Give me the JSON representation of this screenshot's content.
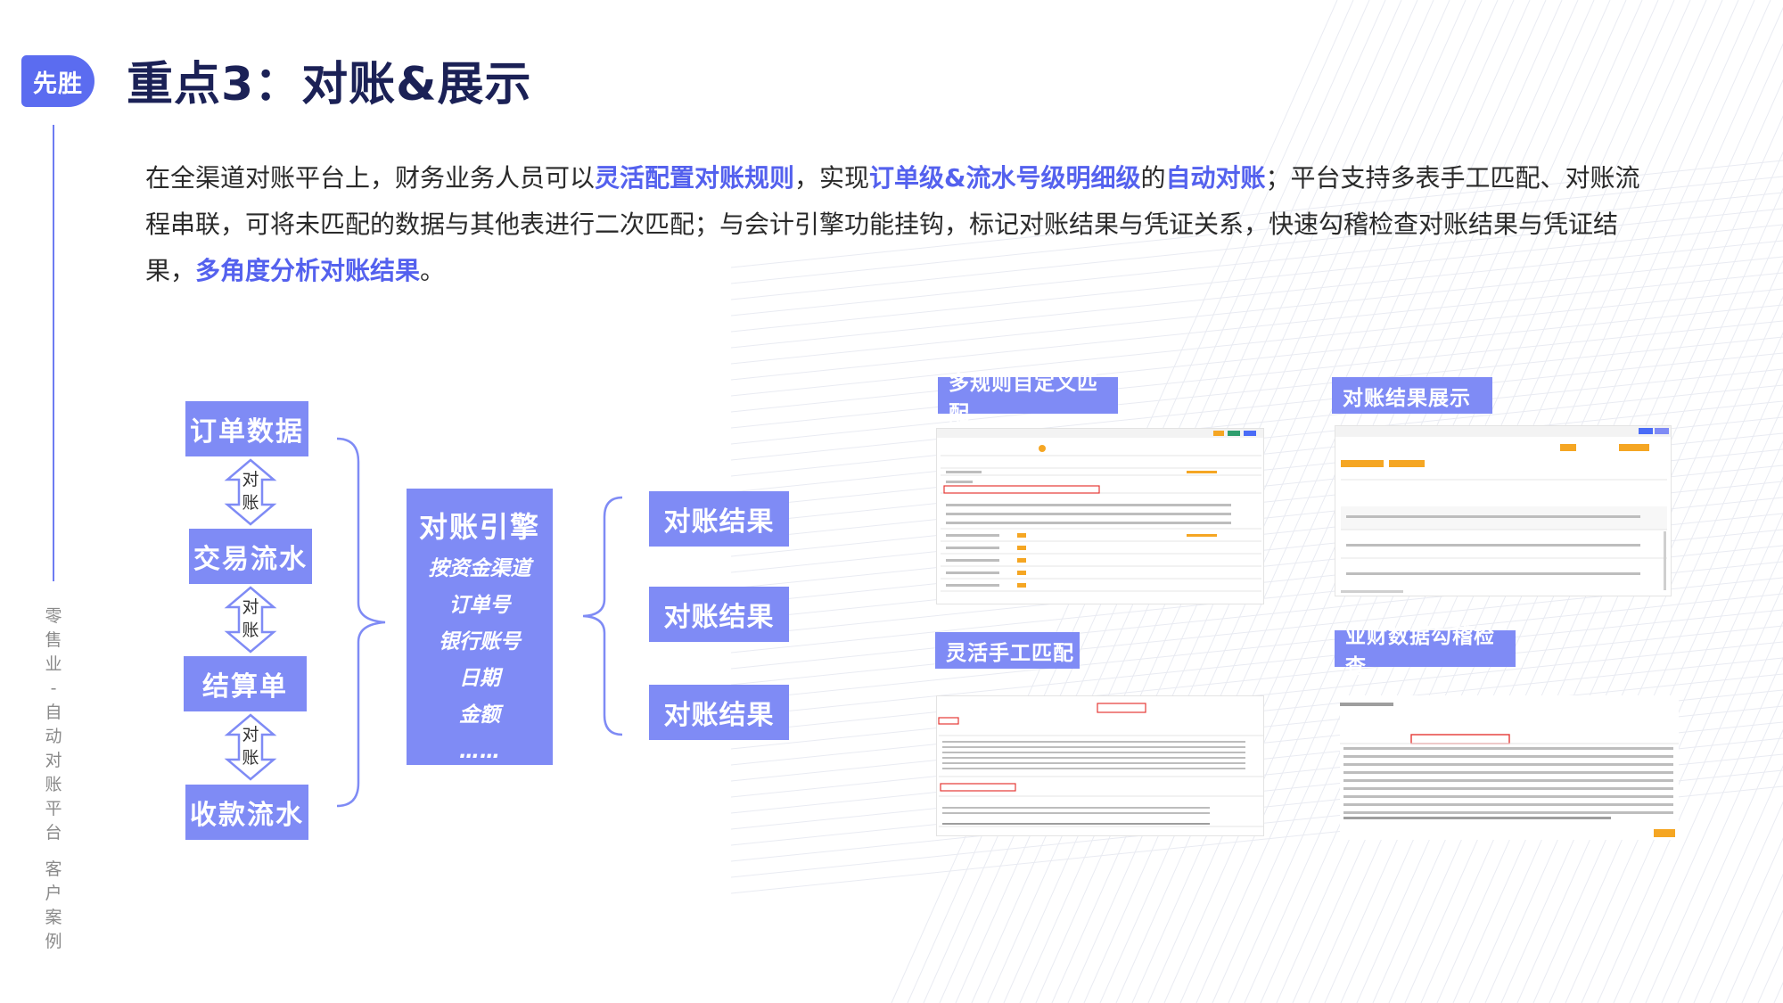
{
  "logo": {
    "text": "先胜"
  },
  "title": "重点3：对账&展示",
  "side_text": [
    "零",
    "售",
    "业",
    "-",
    "自",
    "动",
    "对",
    "账",
    "平",
    "台",
    " ",
    "客",
    "户",
    "案",
    "例"
  ],
  "intro": {
    "segments": [
      {
        "text": "在全渠道对账平台上，财务业务人员可以",
        "highlight": false
      },
      {
        "text": "灵活配置对账规则",
        "highlight": true
      },
      {
        "text": "，实现",
        "highlight": false
      },
      {
        "text": "订单级&流水号级明细级",
        "highlight": true
      },
      {
        "text": "的",
        "highlight": false
      },
      {
        "text": "自动对账",
        "highlight": true
      },
      {
        "text": "；平台支持多表手工匹配、对账流程串联，可将未匹配的数据与其他表进行二次匹配；与会计引擎功能挂钩，标记对账结果与凭证关系，快速勾稽检查对账结果与凭证结果，",
        "highlight": false
      },
      {
        "text": "多角度分析对账结果",
        "highlight": true
      },
      {
        "text": "。",
        "highlight": false
      }
    ]
  },
  "flow": {
    "sources": [
      "订单数据",
      "交易流水",
      "结算单",
      "收款流水"
    ],
    "arrow_label": [
      "对",
      "账"
    ],
    "engine": {
      "title": "对账引擎",
      "items": [
        "按资金渠道",
        "订单号",
        "银行账号",
        "日期",
        "金额",
        "……"
      ]
    },
    "results": [
      "对账结果",
      "对账结果",
      "对账结果"
    ]
  },
  "panels": {
    "multi_rule": "多规则自定义匹配",
    "result_display": "对账结果展示",
    "manual_match": "灵活手工匹配",
    "data_check": "业财数据勾稽检查"
  },
  "colors": {
    "accent": "#7f8bf5",
    "logo": "#5b6cf0",
    "title": "#1b2156",
    "highlight": "#5461ee"
  }
}
